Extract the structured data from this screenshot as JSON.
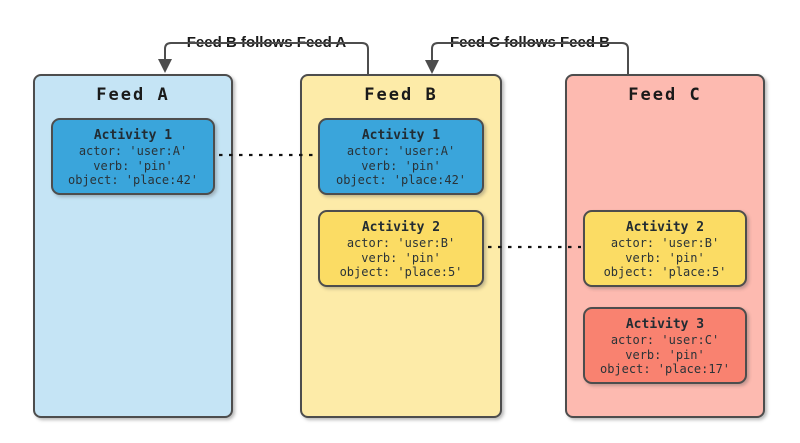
{
  "connector_labels": [
    {
      "text": "Feed B follows Feed A"
    },
    {
      "text": "Feed C follows Feed B"
    }
  ],
  "feeds": [
    {
      "title": "Feed A",
      "activities": [
        {
          "title": "Activity 1",
          "lines": [
            "actor: 'user:A'",
            "verb: 'pin'",
            "object: 'place:42'"
          ]
        }
      ]
    },
    {
      "title": "Feed B",
      "activities": [
        {
          "title": "Activity 1",
          "lines": [
            "actor: 'user:A'",
            "verb: 'pin'",
            "object: 'place:42'"
          ]
        },
        {
          "title": "Activity 2",
          "lines": [
            "actor: 'user:B'",
            "verb: 'pin'",
            "object: 'place:5'"
          ]
        }
      ]
    },
    {
      "title": "Feed C",
      "activities": [
        {
          "title": "Activity 2",
          "lines": [
            "actor: 'user:B'",
            "verb: 'pin'",
            "object: 'place:5'"
          ]
        },
        {
          "title": "Activity 3",
          "lines": [
            "actor: 'user:C'",
            "verb: 'pin'",
            "object: 'place:17'"
          ]
        }
      ]
    }
  ],
  "colors": {
    "feed_blue": "#c5e4f5",
    "feed_yellow": "#fdeba8",
    "feed_red": "#fdbab0",
    "card_blue": "#3aa5db",
    "card_yellow": "#fbdc64",
    "card_red": "#f98270",
    "border": "#4d4d4d",
    "connector": "#4d4d4d"
  }
}
